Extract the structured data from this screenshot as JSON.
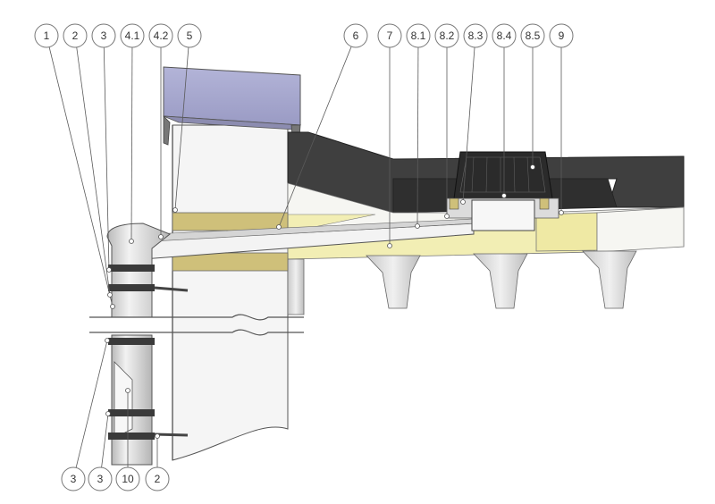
{
  "top_labels": [
    "1",
    "2",
    "3",
    "4.1",
    "4.2",
    "5",
    "6",
    "7",
    "8.1",
    "8.2",
    "8.3",
    "8.4",
    "8.5",
    "9"
  ],
  "bottom_labels": [
    "3",
    "3",
    "10",
    "2"
  ],
  "colors": {
    "parapet_cap": "#a8a9cf",
    "membrane": "#3e3e3e",
    "insulation_mineral": "#cfc07a",
    "insulation_yellow": "#f2eeb4",
    "pipe": "#dcdcdc",
    "concrete": "#f4f4f4",
    "leader": "#5a5a5a"
  }
}
